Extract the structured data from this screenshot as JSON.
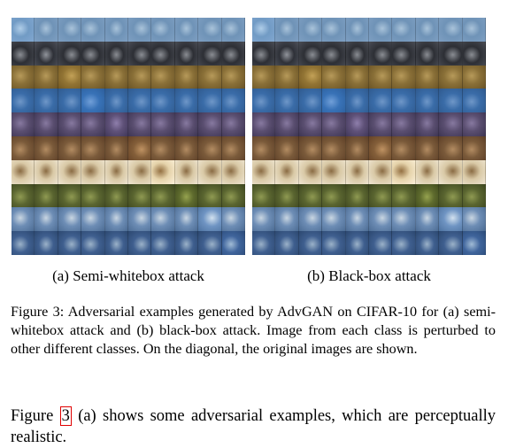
{
  "figure": {
    "subfigures": [
      {
        "id": "a",
        "caption": "(a) Semi-whitebox attack"
      },
      {
        "id": "b",
        "caption": "(b) Black-box attack"
      }
    ],
    "tile_colors": [
      [
        "#6f93b7",
        "#a9c3da",
        "#7e9fc2"
      ],
      [
        "#2d2f35",
        "#8a8d93",
        "#4a4d55"
      ],
      [
        "#8a7038",
        "#b79a5a",
        "#6b5426"
      ],
      [
        "#3a6ca8",
        "#6f97c8",
        "#2f5a8f"
      ],
      [
        "#5a4e70",
        "#8779a0",
        "#3d3553"
      ],
      [
        "#7a5a3a",
        "#b38c62",
        "#5e4028"
      ],
      [
        "#d9c9a6",
        "#8a6b43",
        "#efe6d2"
      ],
      [
        "#5a6530",
        "#8f9a52",
        "#3e4720"
      ],
      [
        "#6d8db5",
        "#c9d6e2",
        "#4c6c94"
      ],
      [
        "#3f5f8f",
        "#9bb2c9",
        "#2c4870"
      ]
    ]
  },
  "caption": {
    "text": "Figure 3: Adversarial examples generated by AdvGAN on CIFAR-10 for (a) semi-whitebox attack and (b) black-box attack. Image from each class is perturbed to other different classes. On the diagonal, the original images are shown."
  },
  "body": {
    "prefix": "Figure",
    "ref": "3",
    "suffix": "(a) shows some adversarial examples, which are perceptually realistic."
  }
}
